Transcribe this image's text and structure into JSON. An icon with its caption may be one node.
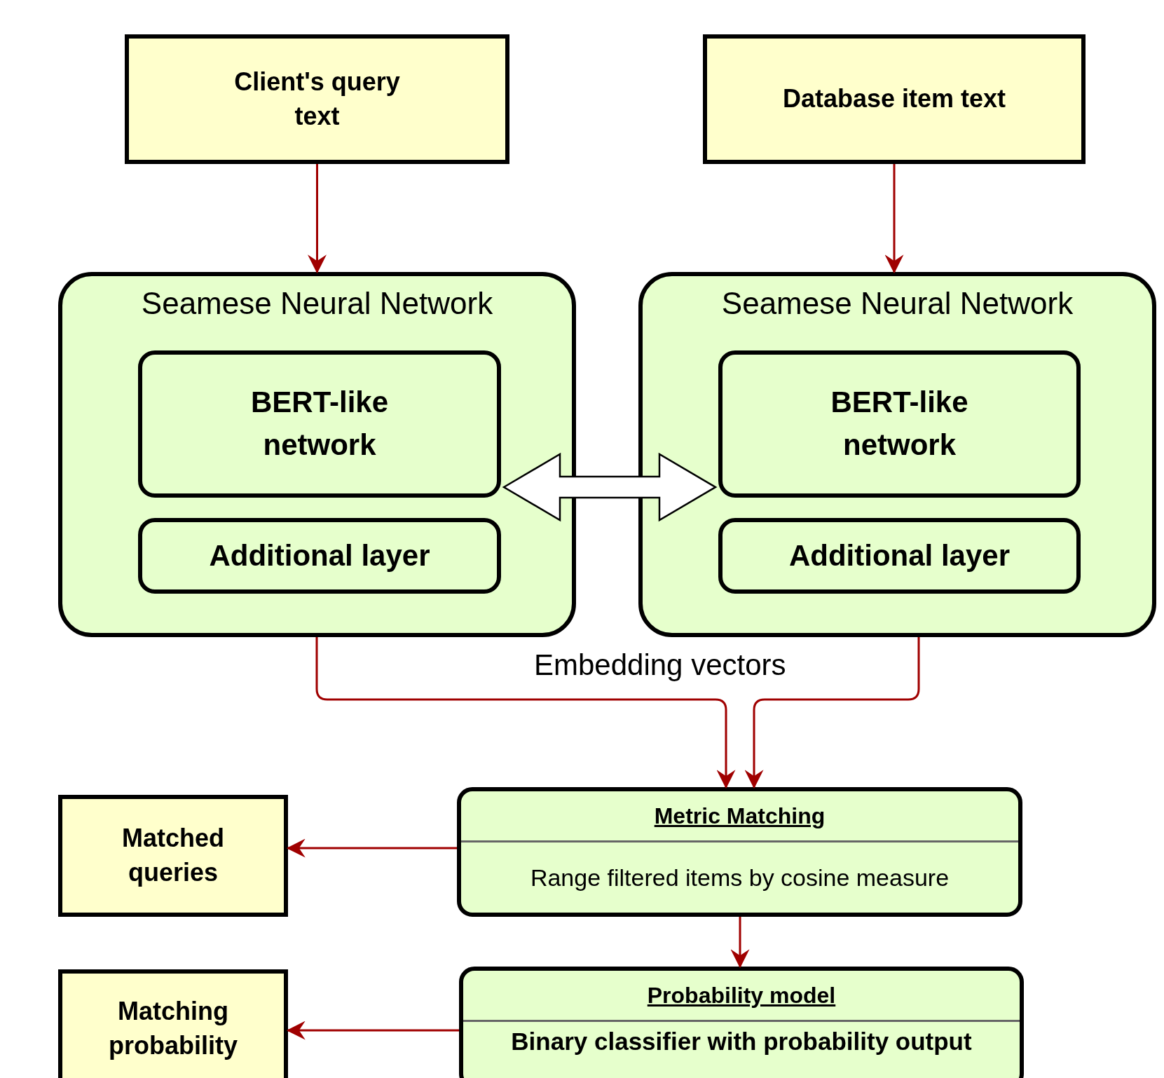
{
  "diagram": {
    "nodes": [
      {
        "text": [
          "Client's query text"
        ]
      },
      {
        "text": [
          "Database item text"
        ]
      },
      {
        "text": [
          "Seamese Neural Network"
        ]
      },
      {
        "text": [
          "BERT-like network"
        ],
        "in": 2
      },
      {
        "text": [
          "Additional layer"
        ],
        "in": 2
      },
      {
        "text": [
          "Seamese Neural Network"
        ]
      },
      {
        "text": [
          "BERT-like network"
        ],
        "in": 5
      },
      {
        "text": [
          "Additional layer"
        ],
        "in": 5
      },
      {
        "text": [
          "Matched queries"
        ]
      },
      {
        "text": [
          "Metric Matching",
          "Range filtered items by cosine measure"
        ]
      },
      {
        "text": [
          "Matching probability"
        ]
      },
      {
        "text": [
          "Probability model",
          "Binary classifier with probability output"
        ]
      }
    ],
    "edges": [
      {
        "from": 0,
        "to": 2,
        "arrow": "to"
      },
      {
        "from": 1,
        "to": 5,
        "arrow": "to"
      },
      {
        "from": 3,
        "to": 6,
        "arrow": "both",
        "style": "thick",
        "color": "#000000"
      },
      {
        "from": 2,
        "to": 9,
        "arrow": "to"
      },
      {
        "from": 5,
        "to": 9,
        "arrow": "to"
      },
      {
        "from": 9,
        "to": 8,
        "arrow": "to"
      },
      {
        "from": 9,
        "to": 11,
        "arrow": "to"
      },
      {
        "from": 11,
        "to": 10,
        "arrow": "to"
      }
    ],
    "labels": [
      "Embedding vectors"
    ]
  }
}
